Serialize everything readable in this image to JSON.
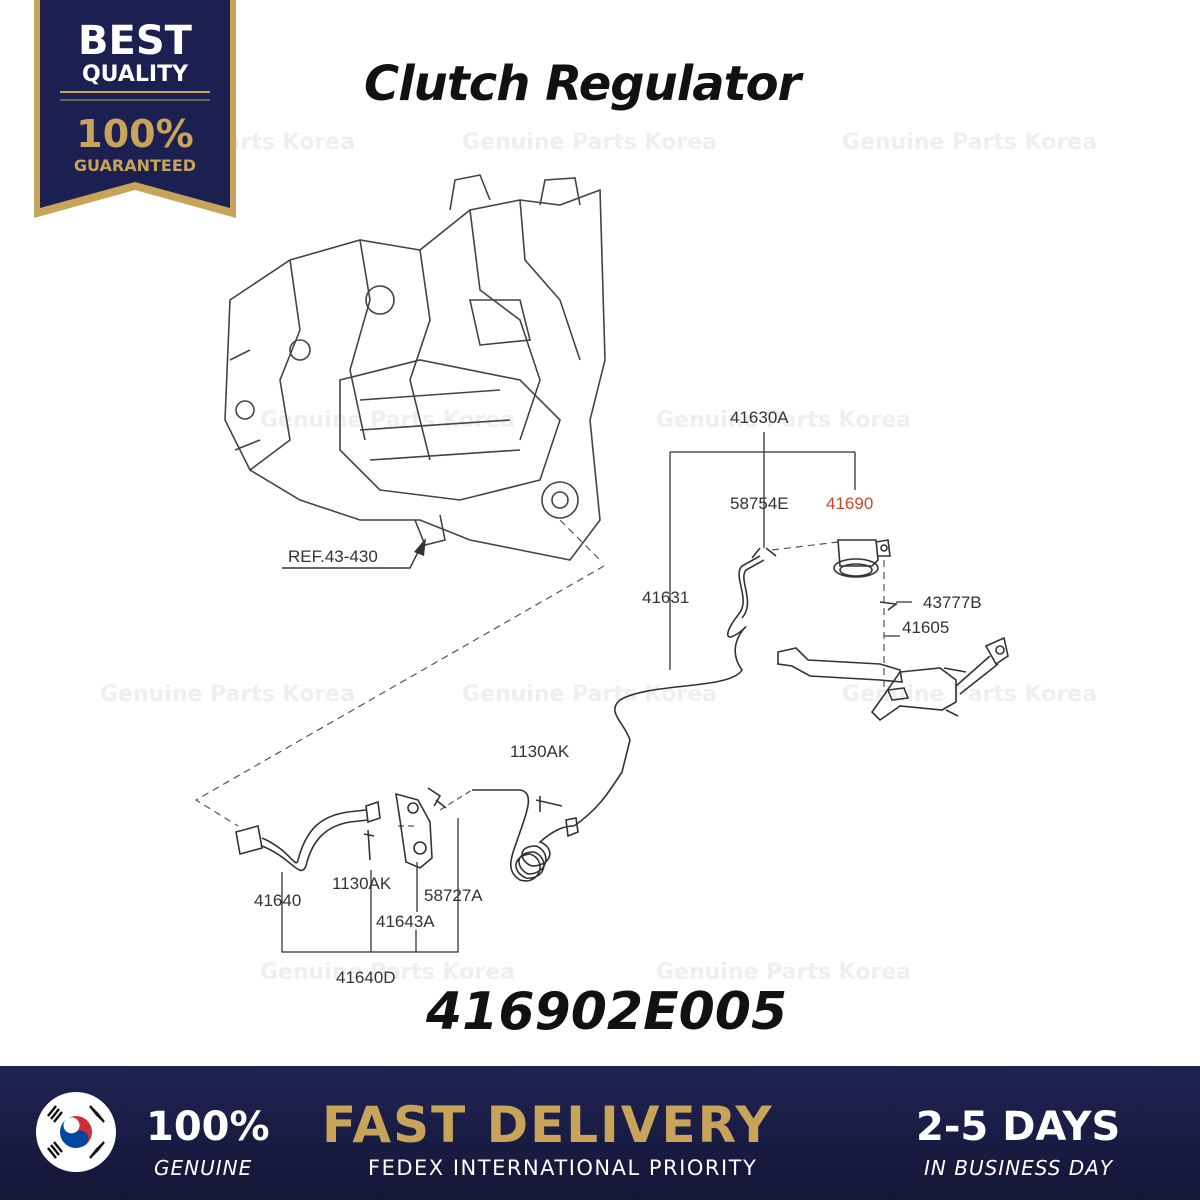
{
  "title": "Clutch Regulator",
  "part_number": "416902E005",
  "badge": {
    "line1": "BEST",
    "line2": "QUALITY",
    "line3": "100%",
    "line4": "GUARANTEED"
  },
  "watermark_text": "Genuine Parts Korea",
  "labels": {
    "ref": "REF.43-430",
    "l41630a": "41630A",
    "l58754e": "58754E",
    "l41690": "41690",
    "l41631": "41631",
    "l43777b": "43777B",
    "l41605": "41605",
    "l1130ak_top": "1130AK",
    "l1130ak_left": "1130AK",
    "l58727a": "58727A",
    "l41640": "41640",
    "l41643a": "41643A",
    "l41640d": "41640D"
  },
  "footer": {
    "genuine_big": "100%",
    "genuine_small": "GENUINE",
    "fast_delivery": "FAST DELIVERY",
    "fedex": "FEDEX INTERNATIONAL PRIORITY",
    "days": "2-5 DAYS",
    "business_day": "IN BUSINESS DAY"
  },
  "colors": {
    "navy": "#1c2050",
    "gold": "#c8a45a",
    "highlight_label": "#d0442c",
    "line": "#333333"
  }
}
